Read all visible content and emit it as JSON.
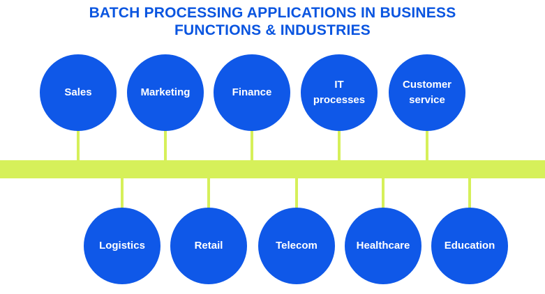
{
  "title": {
    "line1": "BATCH PROCESSING APPLICATIONS IN BUSINESS",
    "line2": "FUNCTIONS & INDUSTRIES"
  },
  "top_nodes": [
    {
      "label": "Sales"
    },
    {
      "label": "Marketing"
    },
    {
      "label": "Finance"
    },
    {
      "label": "IT processes"
    },
    {
      "label": "Customer service"
    }
  ],
  "bottom_nodes": [
    {
      "label": "Logistics"
    },
    {
      "label": "Retail"
    },
    {
      "label": "Telecom"
    },
    {
      "label": "Healthcare"
    },
    {
      "label": "Education"
    }
  ],
  "colors": {
    "title": "#0a55e0",
    "circle": "#0f58e8",
    "connector": "#d6f05a"
  }
}
